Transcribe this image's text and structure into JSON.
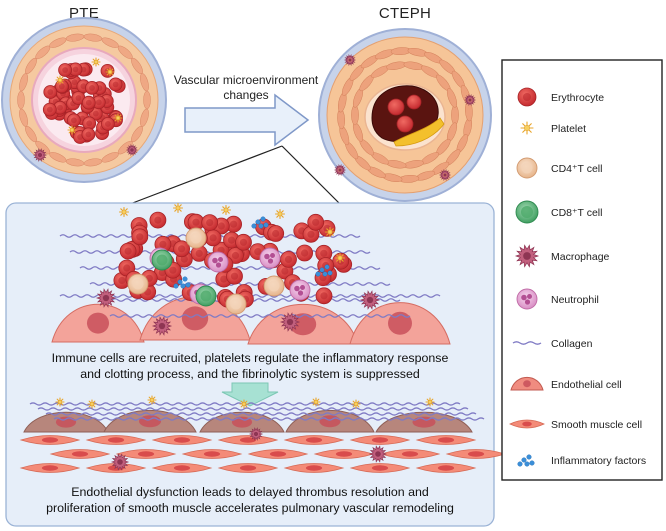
{
  "panels": {
    "left_title": "PTE",
    "right_title": "CTEPH"
  },
  "arrow": {
    "label_line1": "Vascular microenvironment",
    "label_line2": "changes"
  },
  "captions": {
    "middle_line1": "Immune cells are recruited, platelets regulate the inflammatory response",
    "middle_line2": "and clotting process, and the fibrinolytic system is suppressed",
    "bottom_line1": "Endothelial dysfunction leads to delayed thrombus resolution and",
    "bottom_line2": "proliferation of smooth muscle accelerates pulmonary vascular remodeling"
  },
  "legend": {
    "items": [
      {
        "label": "Erythrocyte",
        "icon": "erythrocyte-icon"
      },
      {
        "label": "Platelet",
        "icon": "platelet-icon"
      },
      {
        "label": "CD4⁺T cell",
        "icon": "cd4-t-cell-icon"
      },
      {
        "label": "CD8⁺T  cell",
        "icon": "cd8-t-cell-icon"
      },
      {
        "label": "Macrophage",
        "icon": "macrophage-icon"
      },
      {
        "label": "Neutrophil",
        "icon": "neutrophil-icon"
      },
      {
        "label": "Collagen",
        "icon": "collagen-icon"
      },
      {
        "label": "Endothelial cell",
        "icon": "endothelial-cell-icon"
      },
      {
        "label": "Smooth muscle cell",
        "icon": "smooth-muscle-cell-icon"
      },
      {
        "label": "Inflammatory factors",
        "icon": "inflammatory-factors-icon"
      }
    ]
  },
  "colors": {
    "erythrocyte": "#d8363a",
    "platelet": "#f2b640",
    "cd4": "#f0c9a8",
    "cd8": "#5cb87a",
    "macrophage": "#b54a6a",
    "neutrophil": "#e6a6d4",
    "collagen": "#8a86c8",
    "endothelial": "#e9857c",
    "smooth_muscle": "#f07b6a",
    "inflammatory": "#3a8ed8",
    "panel_fill": "#e6eef9",
    "panel_stroke": "#9bb3d6",
    "arrow_fill": "#e8f0fa"
  }
}
